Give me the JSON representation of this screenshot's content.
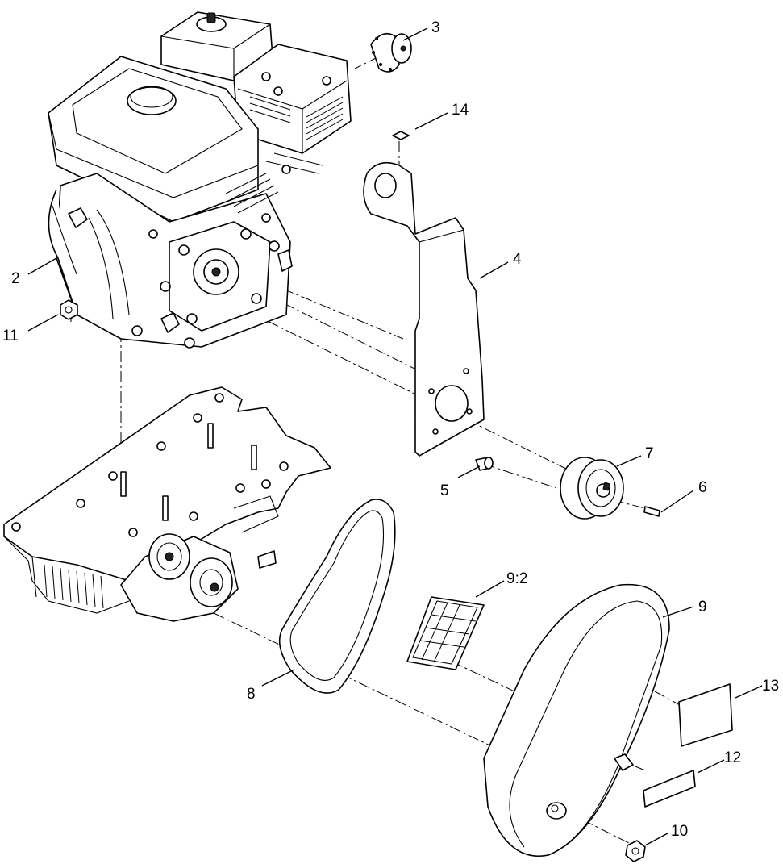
{
  "callouts": {
    "part_2": "2",
    "part_3": "3",
    "part_4": "4",
    "part_5": "5",
    "part_6": "6",
    "part_7": "7",
    "part_8": "8",
    "part_9": "9",
    "part_9_2": "9:2",
    "part_10": "10",
    "part_11": "11",
    "part_12": "12",
    "part_13": "13",
    "part_14": "14"
  }
}
